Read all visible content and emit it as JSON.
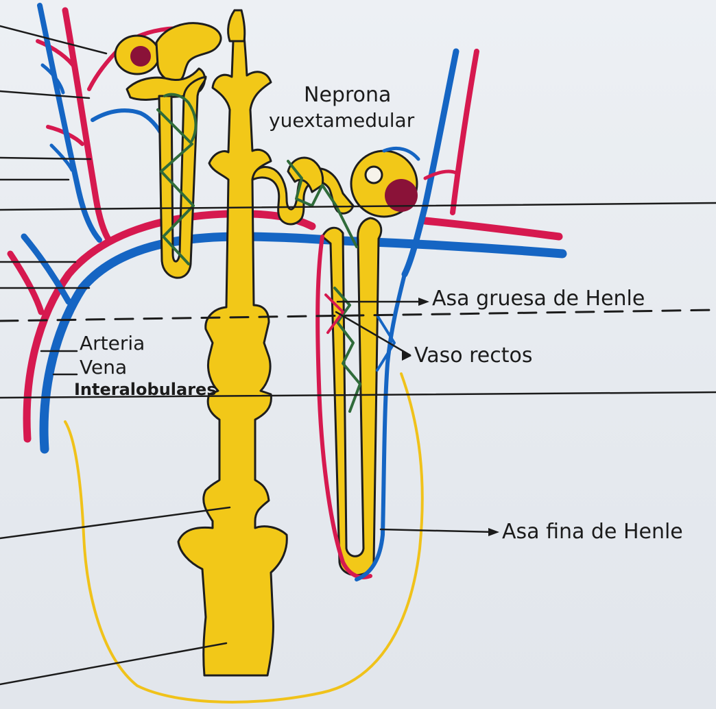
{
  "labels": {
    "nefrona_line1": "Neprona",
    "nefrona_line2": "yuextamedular",
    "asa_gruesa": "Asa gruesa de Henle",
    "arteria": "Arteria",
    "vena": "Vena",
    "interlobulares": "Interalobulares",
    "vaso_rectos": "Vaso rectos",
    "asa_fina": "Asa fina de Henle"
  },
  "colors": {
    "paper": "#e9ecf1",
    "artery_red": "#d6194f",
    "vein_blue": "#1565c3",
    "tubule_yellow": "#f2c818",
    "capillary_green": "#2f6b3a",
    "glomerulus": "#8a1238",
    "ink": "#1b1b1b"
  },
  "icons": {
    "arrow_head": "pointer-arrow-icon"
  }
}
